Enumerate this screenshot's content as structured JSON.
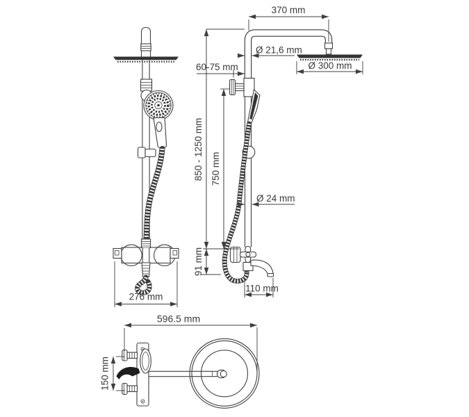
{
  "drawing": {
    "type": "shower-system-technical-drawing",
    "colors": {
      "background": "#ffffff",
      "line": "#3f3f3f",
      "dark_fill": "#343434",
      "text": "#393939"
    }
  },
  "views": {
    "front": {
      "label": "front-view",
      "dimensions": {
        "mixer_width": "276 mm"
      }
    },
    "side": {
      "label": "side-view",
      "dimensions": {
        "arm_length": "370 mm",
        "arm_pipe_diameter": "Ø 21,6 mm",
        "head_diameter": "Ø 300 mm",
        "wall_offset": "60-75 mm",
        "height_range": "850 - 1250 mm",
        "bar_height": "750 mm",
        "pole_diameter": "Ø 24 mm",
        "spout_drop": "91 mm",
        "spout_reach": "110 mm"
      }
    },
    "plan": {
      "label": "top-view",
      "dimensions": {
        "total_depth": "596.5 mm",
        "body_width": "150 mm"
      }
    }
  }
}
